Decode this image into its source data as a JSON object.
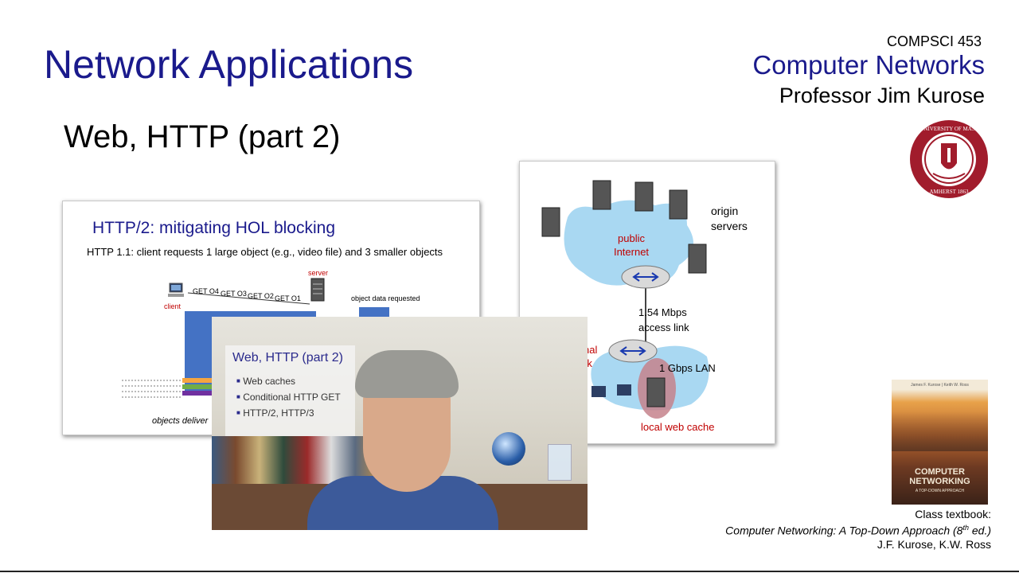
{
  "header": {
    "title": "Network Applications",
    "subtitle": "Web, HTTP (part 2)",
    "course_code": "COMPSCI 453",
    "course_name": "Computer Networks",
    "professor": "Professor Jim Kurose"
  },
  "textbook": {
    "cover_authors": "James F. Kurose | Keith W. Ross",
    "cover_title_line1": "COMPUTER",
    "cover_title_line2": "NETWORKING",
    "cover_subtitle": "A TOP-DOWN APPROACH",
    "caption_line1": "Class textbook:",
    "caption_title": "Computer Networking: A Top-Down Approach (8",
    "caption_edition_sup": "th",
    "caption_edition_tail": " ed.)",
    "caption_authors": "J.F. Kurose, K.W. Ross"
  },
  "slide_hol": {
    "heading": "HTTP/2: mitigating HOL blocking",
    "text": "HTTP 1.1: client requests 1 large object (e.g., video file) and 3 smaller objects",
    "client_label": "client",
    "server_label": "server",
    "get_labels": [
      "GET O4",
      "GET O3",
      "GET O2",
      "GET O1"
    ],
    "object_data_label": "object data requested",
    "objects_delivered": "objects deliver"
  },
  "slide_net": {
    "origin_servers": "origin servers",
    "public_internet": "public Internet",
    "access_link": "1.54 Mbps access link",
    "lan": "1 Gbps LAN",
    "local_cache": "local web cache",
    "partial_network": "nal rk"
  },
  "video_overlay": {
    "title": "Web, HTTP (part 2)",
    "items": [
      "Web caches",
      "Conditional HTTP GET",
      "HTTP/2, HTTP/3"
    ]
  },
  "colors": {
    "title_blue": "#1a1a8c",
    "seal_red": "#a11c2c",
    "cloud_blue": "#a9d8f2"
  }
}
